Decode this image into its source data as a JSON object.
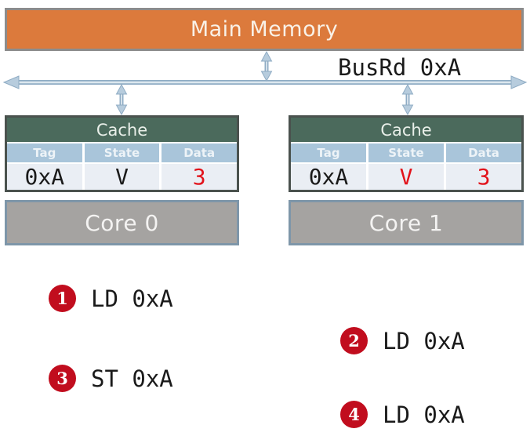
{
  "main_memory": {
    "label": "Main Memory"
  },
  "bus": {
    "annotation": "BusRd 0xA"
  },
  "caches": [
    {
      "title": "Cache",
      "columns": [
        "Tag",
        "State",
        "Data"
      ],
      "row": {
        "tag": {
          "value": "0xA",
          "color": "#1a1a1a"
        },
        "state": {
          "value": "V",
          "color": "#1a1a1a"
        },
        "data": {
          "value": "3",
          "color": "#e2131b"
        }
      }
    },
    {
      "title": "Cache",
      "columns": [
        "Tag",
        "State",
        "Data"
      ],
      "row": {
        "tag": {
          "value": "0xA",
          "color": "#1a1a1a"
        },
        "state": {
          "value": "V",
          "color": "#e2131b"
        },
        "data": {
          "value": "3",
          "color": "#e2131b"
        }
      }
    }
  ],
  "cores": [
    {
      "label": "Core 0"
    },
    {
      "label": "Core 1"
    }
  ],
  "operations": [
    {
      "step": "1",
      "text": "LD 0xA"
    },
    {
      "step": "2",
      "text": "LD 0xA"
    },
    {
      "step": "3",
      "text": "ST 0xA"
    },
    {
      "step": "4",
      "text": "LD 0xA"
    }
  ],
  "colors": {
    "memory_fill": "#dc7a3c",
    "memory_border": "#8c8c8c",
    "cache_header_fill": "#4b6a5c",
    "column_header_fill": "#a9c5da",
    "data_row_fill": "#eaeef4",
    "core_fill": "#a5a3a1",
    "core_border": "#7e96a9",
    "bus_stroke": "#8facc4",
    "bus_fill": "#b7ccdd",
    "badge_fill": "#c10d1e",
    "highlight_red": "#e2131b"
  }
}
